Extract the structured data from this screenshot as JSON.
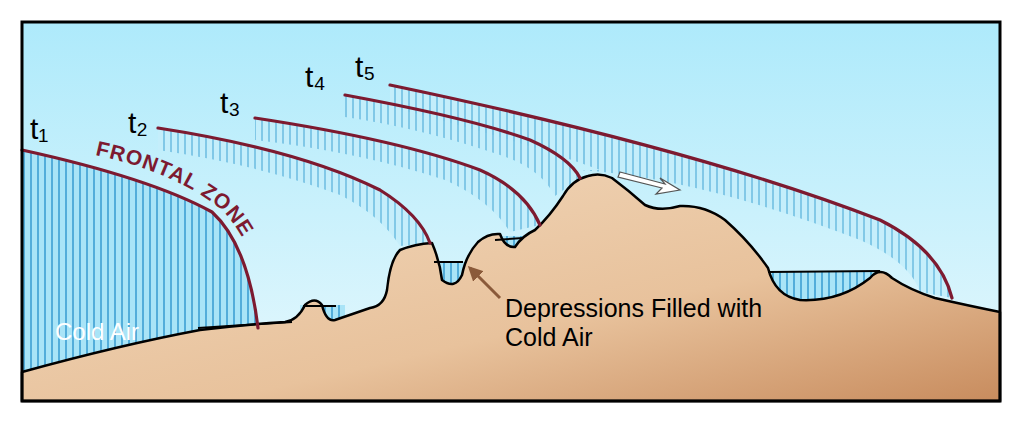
{
  "diagram": {
    "labels": [
      "t₁",
      "t₂",
      "t₃",
      "t₄",
      "t₅",
      "FRONTAL ZONE",
      "Cold Air",
      "Depressions Filled with Cold Air"
    ]
  }
}
